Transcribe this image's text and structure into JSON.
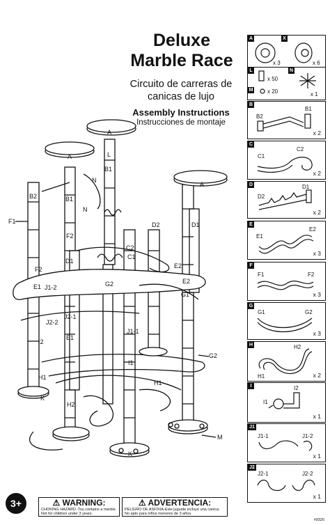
{
  "title_line1": "Deluxe",
  "title_line2": "Marble Race",
  "spanish_title_line1": "Circuito de carreras de",
  "spanish_title_line2": "canicas de lujo",
  "assembly": "Assembly Instructions",
  "assembly_es": "Instrucciones de montaje",
  "diagram_labels": {
    "f1": "F1",
    "g2": "G2",
    "m": "M",
    "a": "A",
    "b1": "B1",
    "b2": "B2",
    "c1": "C1",
    "c2": "C2",
    "d1": "D1",
    "d2": "D2",
    "e1": "E1",
    "e2": "E2",
    "f2": "F2",
    "g1": "G1",
    "h1": "H1",
    "h2": "H2",
    "i1": "I1",
    "i2": "I2",
    "j1_1": "J1-1",
    "j1_2": "J1-2",
    "j2_1": "J2-1",
    "j2_2": "J2-2",
    "k": "K",
    "l": "L",
    "n": "N"
  },
  "parts": [
    {
      "tag": "A",
      "qty": "x 3",
      "tag2": "X",
      "qty2": "x 6"
    },
    {
      "tag": "L",
      "qty": "x 50",
      "tag2": "M",
      "qty2": "x 20",
      "tag3": "N",
      "qty3": "x 1"
    },
    {
      "tag": "B",
      "l1": "B1",
      "l2": "B2",
      "qty": "x 2"
    },
    {
      "tag": "C",
      "l1": "C1",
      "l2": "C2",
      "qty": "x 2"
    },
    {
      "tag": "D",
      "l1": "D1",
      "l2": "D2",
      "qty": "x 2"
    },
    {
      "tag": "E",
      "l1": "E1",
      "l2": "E2",
      "qty": "x 3"
    },
    {
      "tag": "F",
      "l1": "F1",
      "l2": "F2",
      "qty": "x 3"
    },
    {
      "tag": "G",
      "l1": "G1",
      "l2": "G2",
      "qty": "x 3"
    },
    {
      "tag": "H",
      "l1": "H1",
      "l2": "H2",
      "qty": "x 2"
    },
    {
      "tag": "I",
      "l1": "I1",
      "l2": "I2",
      "qty": "x 1"
    },
    {
      "tag": "J1",
      "l1": "J1-1",
      "l2": "J1-2",
      "qty": "x 1"
    },
    {
      "tag": "J2",
      "l1": "J2-1",
      "l2": "J2-2",
      "qty": "x 1"
    }
  ],
  "warning": {
    "heading": "⚠ WARNING:",
    "line1": "CHOKING HAZARD -Toy contains a marble.",
    "line2": "Not for children under 3 years."
  },
  "advertencia": {
    "heading": "⚠ ADVERTENCIA:",
    "line1": "PELIGRO DE ASFIXIA-Este juguete incluye una canica.",
    "line2": "No apto para niños menores de 3 años."
  },
  "age_badge": "3+",
  "product_code": "#9320"
}
